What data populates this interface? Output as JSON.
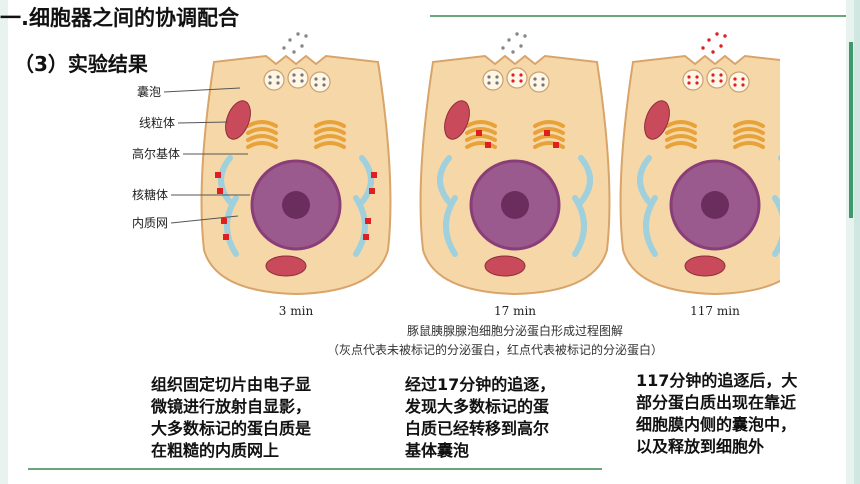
{
  "title": "一.细胞器之间的协调配合",
  "subtitle": "（3）实验结果",
  "figure": {
    "labels": [
      "囊泡",
      "线粒体",
      "高尔基体",
      "核糖体",
      "内质网"
    ],
    "times": [
      "3 min",
      "17 min",
      "117 min"
    ],
    "caption_title": "豚鼠胰腺腺泡细胞分泌蛋白形成过程图解",
    "caption_note": "（灰点代表未被标记的分泌蛋白，红点代表被标记的分泌蛋白）"
  },
  "captions": [
    "组织固定切片由电子显\n微镜进行放射自显影，\n大多数标记的蛋白质是\n在粗糙的内质网上",
    "经过17分钟的追逐，\n发现大多数标记的蛋\n白质已经转移到高尔\n基体囊泡",
    "117分钟的追逐后，大\n部分蛋白质出现在靠近\n细胞膜内侧的囊泡中，\n以及释放到细胞外"
  ],
  "colors": {
    "cell_fill": "#f6d8a8",
    "cell_stroke": "#d9a46a",
    "er": "#9fd0dc",
    "label_red": "#e02020",
    "nucleus": "#8a3e78",
    "mitochondrion": "#c94a5a",
    "golgi": "#e8a23a",
    "accent_line": "#6aa57b"
  }
}
